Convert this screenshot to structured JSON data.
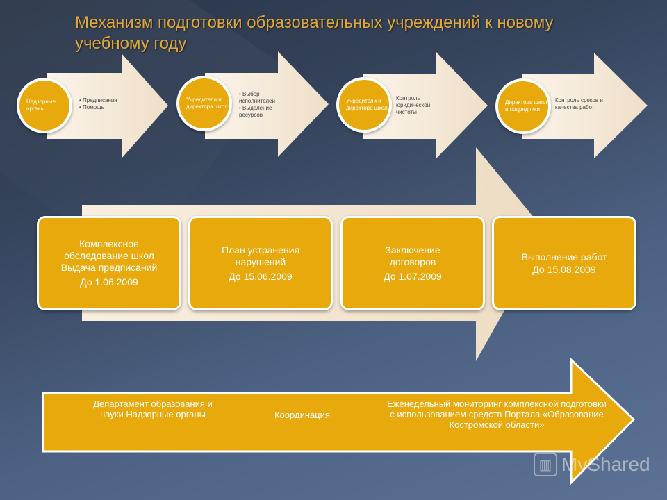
{
  "title": "Механизм подготовки образовательных учреждений к новому учебному году",
  "top_steps": [
    {
      "circle": "Надзорные органы",
      "items": [
        "Предписания",
        "Помощь"
      ],
      "bullets": true
    },
    {
      "circle": "Учредители и директора школ",
      "items": [
        "Выбор исполнителей",
        "Выделение ресурсов"
      ],
      "bullets": true
    },
    {
      "circle": "Учредители и директора школ",
      "items": [
        "Контроль юридической чистоты"
      ],
      "bullets": false
    },
    {
      "circle": "Директора школ и подрядчики",
      "items": [
        "Контроль сроков и качества работ"
      ],
      "bullets": false
    }
  ],
  "stages": [
    {
      "label": "Комплексное обследование школ Выдача предписаний",
      "date": "До 1.06.2009"
    },
    {
      "label": "План устранения нарушений",
      "date": "До 15.06.2009"
    },
    {
      "label": "Заключение договоров",
      "date": "До 1.07.2009"
    },
    {
      "label": "Выполнение работ",
      "date": "До 15.08.2009"
    }
  ],
  "bottom": {
    "left": "Департамент образования и науки Надзорные органы",
    "middle": "Координация",
    "right": "Еженедельный мониторинг комплексной подготовки с использованием средств Портала «Образование Костромской области»"
  },
  "colors": {
    "accent": "#e8a90c",
    "arrow_light": "#f3e6d3",
    "title": "#e0a83a"
  },
  "watermark": "MyShared"
}
